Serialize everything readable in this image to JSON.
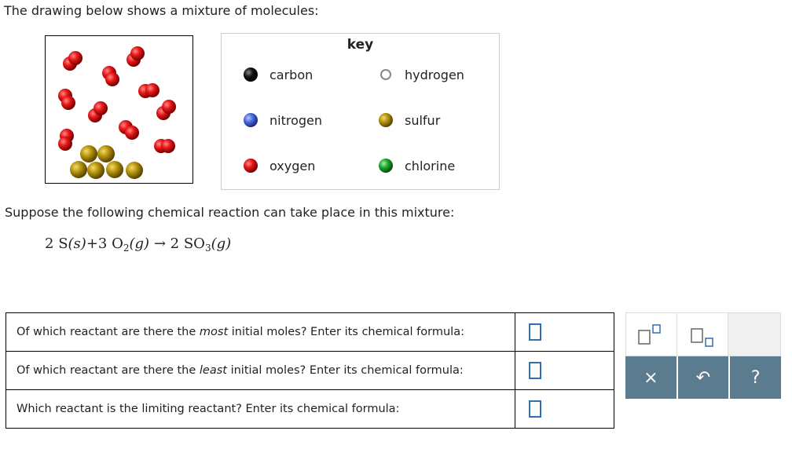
{
  "intro": "The drawing below shows a mixture of molecules:",
  "key": {
    "title": "key",
    "items": [
      {
        "label": "carbon",
        "color": "#111111"
      },
      {
        "label": "hydrogen",
        "color": "#ffffff"
      },
      {
        "label": "nitrogen",
        "color": "#4466dd"
      },
      {
        "label": "sulfur",
        "color": "#b8960c"
      },
      {
        "label": "oxygen",
        "color": "#e61e1e"
      },
      {
        "label": "chlorine",
        "color": "#1aa32a"
      }
    ]
  },
  "reaction_intro": "Suppose the following chemical reaction can take place in this mixture:",
  "equation": {
    "c1": "2",
    "s1": "S",
    "st1": "(s)",
    "plus": "+",
    "c2": "3",
    "s2": "O",
    "sub2": "2",
    "st2": "(g)",
    "arrow": "→",
    "c3": "2",
    "s3": "SO",
    "sub3": "3",
    "st3": "(g)"
  },
  "questions": [
    {
      "pre": "Of which reactant are there the ",
      "em": "most",
      "post": " initial moles? Enter its chemical formula:"
    },
    {
      "pre": "Of which reactant are there the ",
      "em": "least",
      "post": " initial moles? Enter its chemical formula:"
    },
    {
      "pre": "Which reactant is the limiting reactant? Enter its chemical formula:",
      "em": "",
      "post": ""
    }
  ],
  "palette": {
    "clear_label": "×",
    "undo_label": "↶",
    "help_label": "?"
  }
}
